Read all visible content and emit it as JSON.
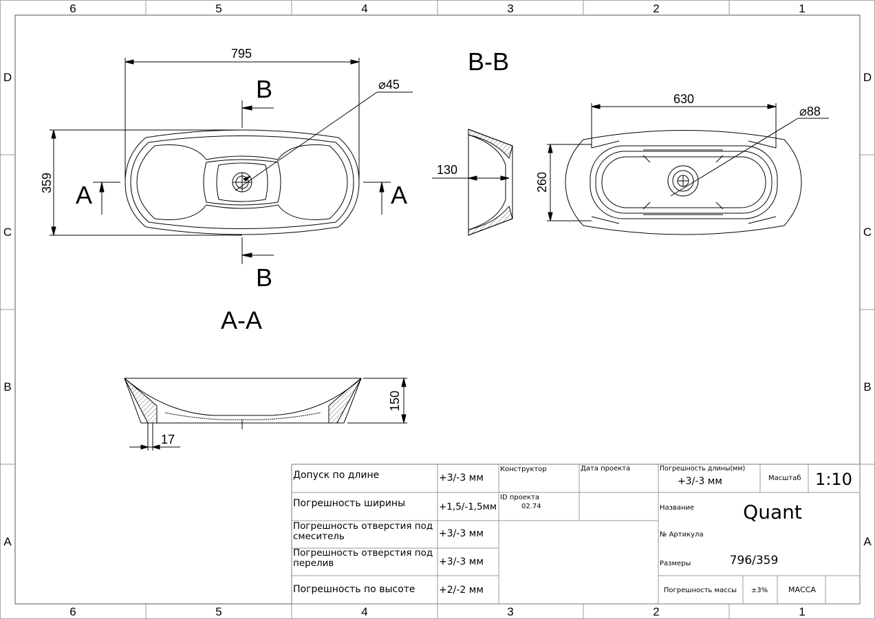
{
  "frame": {
    "columns": [
      "6",
      "5",
      "4",
      "3",
      "2",
      "1"
    ],
    "rows": [
      "D",
      "C",
      "B",
      "A"
    ]
  },
  "views": {
    "top_view": {
      "width_dim": "795",
      "height_dim": "359",
      "drain_dim": "⌀45",
      "section_marker_b": "B",
      "section_marker_a": "A"
    },
    "section_bb": {
      "title": "B-B",
      "depth_dim": "130"
    },
    "bottom_view": {
      "inner_width_dim": "630",
      "inner_height_dim": "260",
      "drain_dim": "⌀88"
    },
    "section_aa": {
      "title": "A-A",
      "height_dim": "150",
      "wall_dim": "17"
    }
  },
  "title_block": {
    "tolerances": [
      {
        "label": "Допуск по длине",
        "value": "+3/-3 мм"
      },
      {
        "label": "Погрешность ширины",
        "value": "+1,5/-1,5мм"
      },
      {
        "label": "Погрешность отверстия под смеситель",
        "value": "+3/-3 мм"
      },
      {
        "label": "Погрешность отверстия под перелив",
        "value": "+3/-3 мм"
      },
      {
        "label": "Погрешность по высоте",
        "value": "+2/-2 мм"
      }
    ],
    "designer_label": "Конструктор",
    "date_label": "Дата проекта",
    "project_id_label": "ID проекта",
    "project_id": "02.74",
    "length_tol_label": "Погрешность длины(мм)",
    "length_tol": "+3/-3 мм",
    "scale_label": "Масштаб",
    "scale": "1:10",
    "name_label": "Название",
    "name": "Quant",
    "article_label": "№ Артикула",
    "size_label": "Размеры",
    "size": "796/359",
    "mass_tol_label": "Погрешность массы",
    "mass_tol": "±3%",
    "mass_label": "МАССА"
  }
}
